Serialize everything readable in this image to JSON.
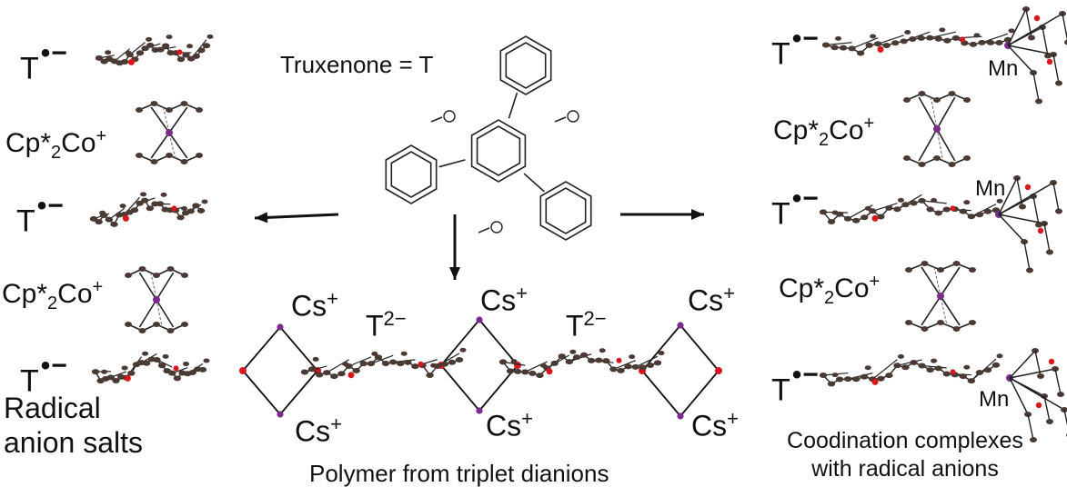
{
  "title": "Truxenone = T",
  "radical_anion": {
    "base": "T",
    "charge": "•−"
  },
  "dianion": {
    "base": "T",
    "charge": "2−"
  },
  "cation": {
    "prefix": "Cp*",
    "sub": "2",
    "metal": "Co",
    "charge": "+"
  },
  "cesium": {
    "base": "Cs",
    "charge": "+"
  },
  "manganese": "Mn",
  "captions": {
    "left_line1": "Radical",
    "left_line2": "anion salts",
    "center": "Polymer from triplet dianions",
    "right_line1": "Coodination complexes",
    "right_line2": "with radical anions"
  },
  "colors": {
    "carbon": "#4a3a34",
    "oxygen": "#d9161c",
    "metal": "#7b2d8e",
    "bond": "#111111"
  }
}
